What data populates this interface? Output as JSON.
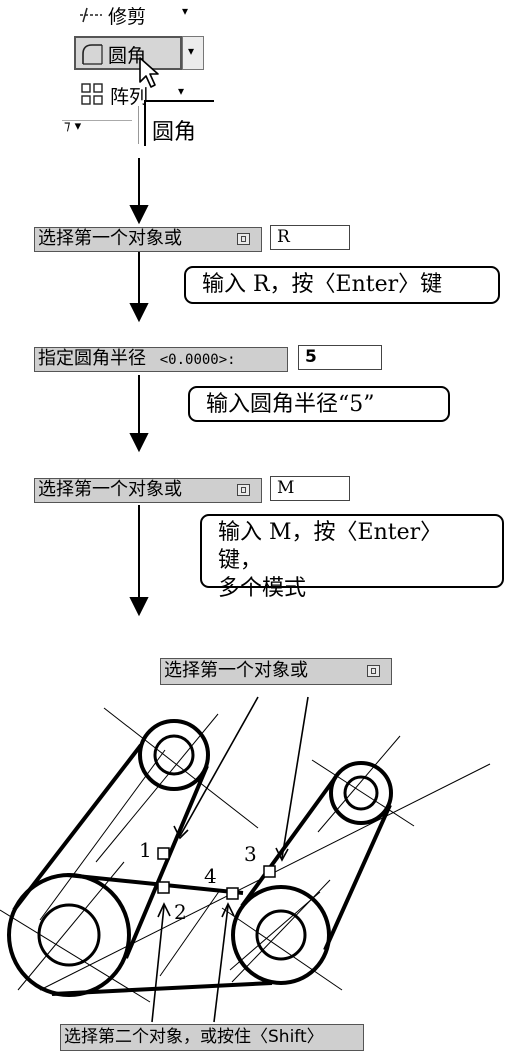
{
  "ribbon": {
    "trim_label": "修剪",
    "fillet_label": "圆角",
    "array_label": "阵列",
    "tooltip_text": "圆角"
  },
  "steps": [
    {
      "prompt": "选择第一个对象或",
      "input": "R",
      "note": "输入 R，按〈Enter〉键"
    },
    {
      "prompt": "指定圆角半径",
      "prompt_default": "<0.0000>:",
      "input": "5",
      "note": "输入圆角半径“5”"
    },
    {
      "prompt": "选择第一个对象或",
      "input": "M",
      "note_line1": "输入 M，按〈Enter〉键，",
      "note_line2": "多个模式"
    }
  ],
  "figure": {
    "top_prompt": "选择第一个对象或",
    "bottom_prompt": "选择第二个对象，或按住〈Shift〉",
    "point_labels": [
      "1",
      "2",
      "3",
      "4"
    ]
  }
}
